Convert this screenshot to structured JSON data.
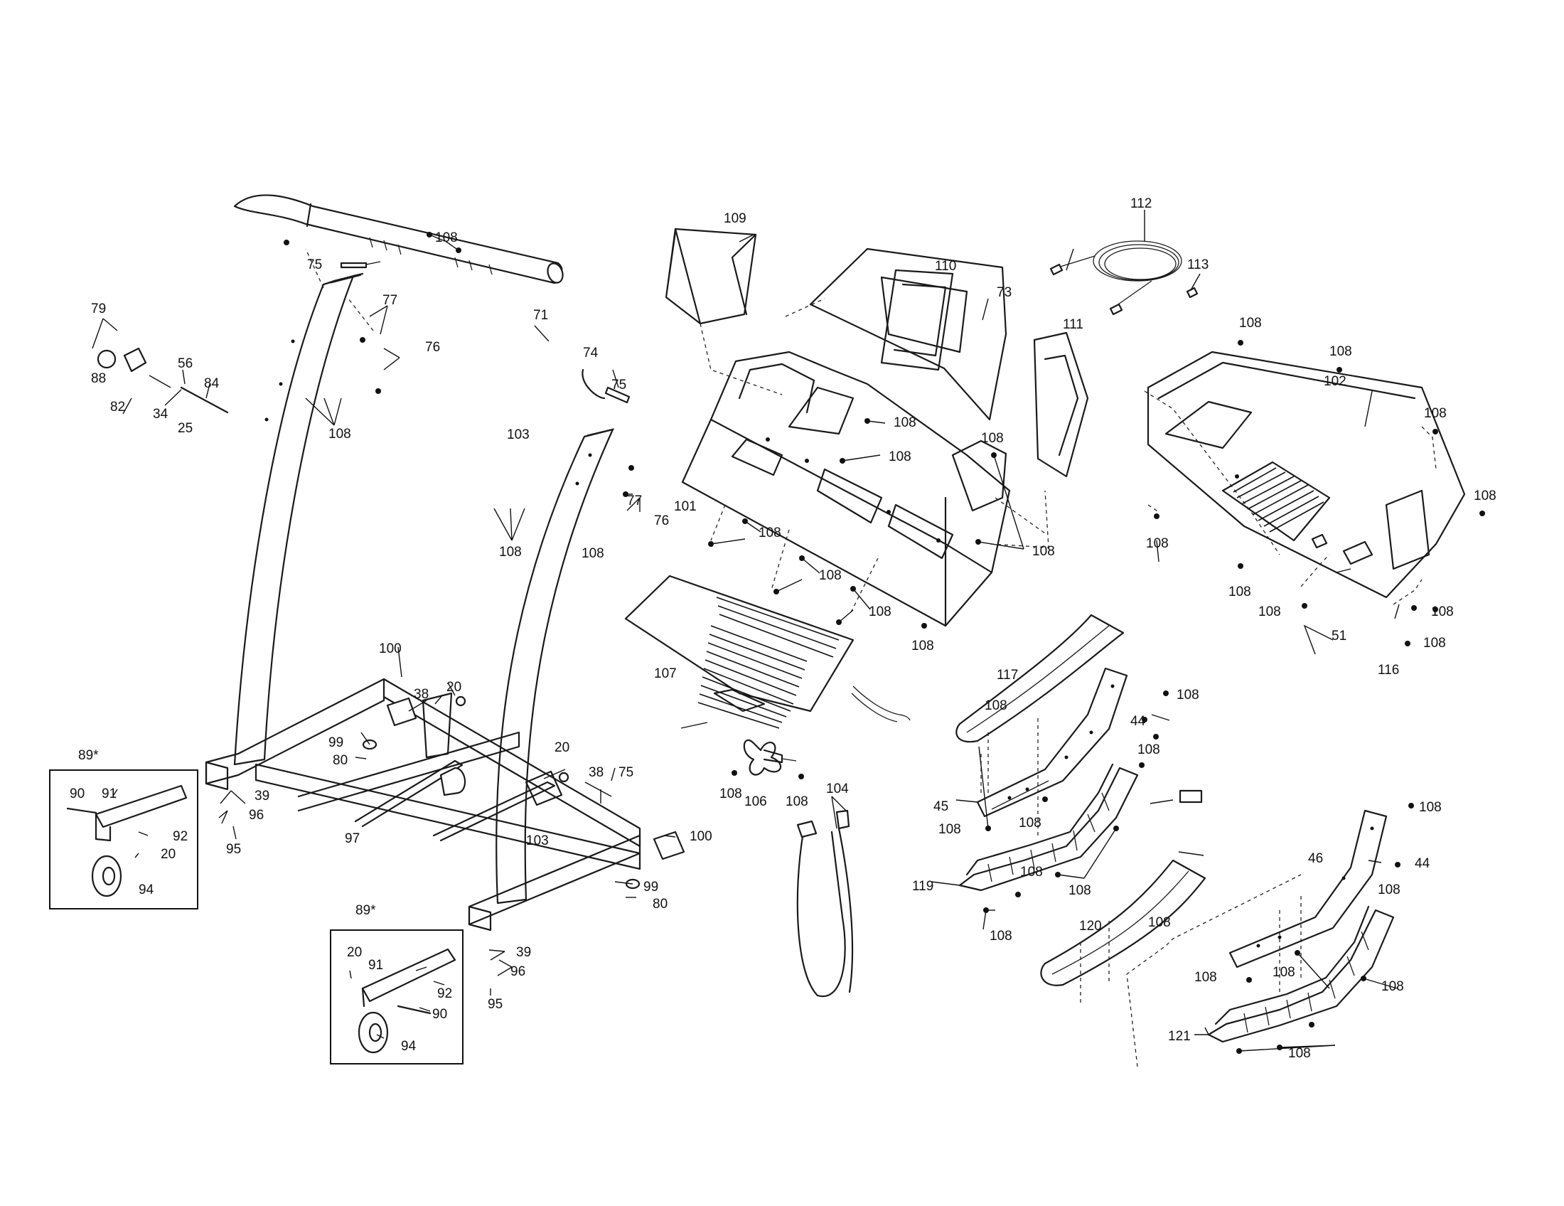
{
  "labels": {
    "l71": "71",
    "l73": "73",
    "l74": "74",
    "l75a": "75",
    "l75b": "75",
    "l75c": "75",
    "l76a": "76",
    "l76b": "76",
    "l77a": "77",
    "l77b": "77",
    "l79": "79",
    "l82": "82",
    "l84": "84",
    "l88": "88",
    "l56": "56",
    "l34": "34",
    "l25": "25",
    "l101": "101",
    "l102": "102",
    "l103a": "103",
    "l103b": "103",
    "l104": "104",
    "l106": "106",
    "l107": "107",
    "l109": "109",
    "l110": "110",
    "l111": "111",
    "l112": "112",
    "l113": "113",
    "l116": "116",
    "l117": "117",
    "l119": "119",
    "l120": "120",
    "l121": "121",
    "l51": "51",
    "l44a": "44",
    "l44b": "44",
    "l45": "45",
    "l46": "46",
    "l100a": "100",
    "l100b": "100",
    "l99a": "99",
    "l99b": "99",
    "l80a": "80",
    "l80b": "80",
    "l20a": "20",
    "l20b": "20",
    "l20c": "20",
    "l20d": "20",
    "l38a": "38",
    "l38b": "38",
    "l39a": "39",
    "l39b": "39",
    "l96a": "96",
    "l96b": "96",
    "l95a": "95",
    "l95b": "95",
    "l97": "97",
    "l89a": "89*",
    "l89b": "89*",
    "l90a": "90",
    "l90b": "90",
    "l91a": "91",
    "l91b": "91",
    "l92a": "92",
    "l92b": "92",
    "l94a": "94",
    "l94b": "94",
    "l108_01": "108",
    "l108_02": "108",
    "l108_03": "108",
    "l108_04": "108",
    "l108_05": "108",
    "l108_06": "108",
    "l108_07": "108",
    "l108_08": "108",
    "l108_09": "108",
    "l108_10": "108",
    "l108_11": "108",
    "l108_12": "108",
    "l108_13": "108",
    "l108_14": "108",
    "l108_15": "108",
    "l108_16": "108",
    "l108_17": "108",
    "l108_18": "108",
    "l108_19": "108",
    "l108_20": "108",
    "l108_21": "108",
    "l108_22": "108",
    "l108_23": "108",
    "l108_24": "108",
    "l108_25": "108",
    "l108_26": "108",
    "l108_27": "108",
    "l108_28": "108",
    "l108_29": "108",
    "l108_30": "108",
    "l108_31": "108",
    "l108_32": "108",
    "l108_33": "108",
    "l108_34": "108",
    "l108_35": "108",
    "l108_36": "108",
    "l108_37": "108",
    "l108_38": "108"
  }
}
